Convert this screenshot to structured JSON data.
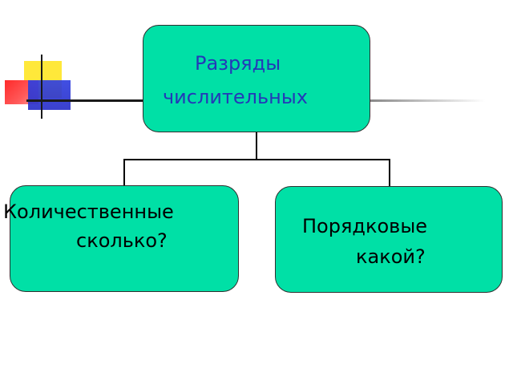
{
  "diagram": {
    "root": {
      "line1": "Разряды",
      "line2": "числительных"
    },
    "left_child": {
      "line1": "Количественные",
      "line2": "сколько?"
    },
    "right_child": {
      "line1": "Порядковые",
      "line2": "какой?"
    }
  },
  "colors": {
    "box_fill": "#00e0a6",
    "root_text": "#2438b8",
    "child_text": "#000000",
    "deco_yellow": "#ffe83a",
    "deco_red": "#ff2a2a",
    "deco_blue": "#2a30c8"
  }
}
